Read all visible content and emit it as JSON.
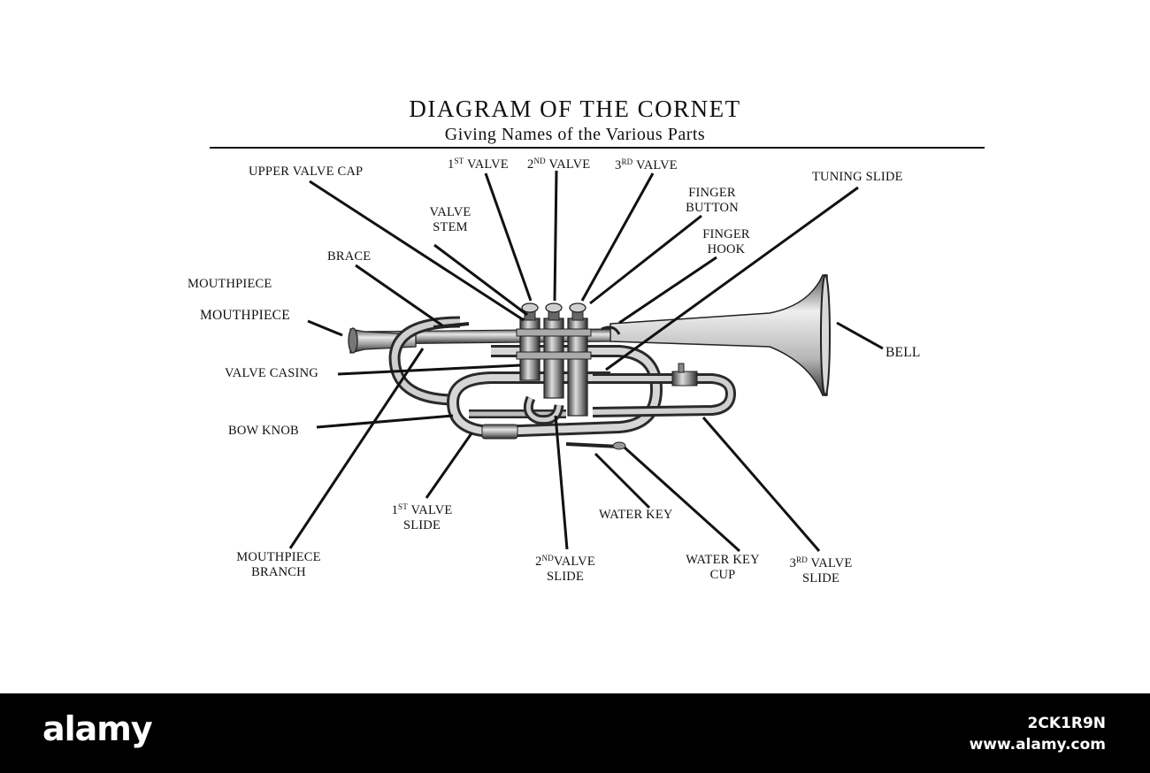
{
  "title": "DIAGRAM OF THE CORNET",
  "subtitle": "Giving Names of the Various Parts",
  "labels": {
    "upper_valve_cap": "UPPER VALVE CAP",
    "valve_1_num": "1",
    "valve_1_sup": "ST",
    "valve_1_word": "VALVE",
    "valve_2_num": "2",
    "valve_2_sup": "ND",
    "valve_2_word": "VALVE",
    "valve_3_num": "3",
    "valve_3_sup": "RD",
    "valve_3_word": "VALVE",
    "tuning_slide": "TUNING SLIDE",
    "finger_button_1": "FINGER",
    "finger_button_2": "BUTTON",
    "finger_hook_1": "FINGER",
    "finger_hook_2": "HOOK",
    "valve_stem_1": "VALVE",
    "valve_stem_2": "STEM",
    "brace": "BRACE",
    "mouthpiece_top": "MOUTHPIECE",
    "mouthpiece": "MOUTHPIECE",
    "valve_casing": "VALVE CASING",
    "bow_knob": "BOW KNOB",
    "bell": "BELL",
    "slide_1_num": "1",
    "slide_1_sup": "ST",
    "slide_1_word": "VALVE",
    "slide_1_line2": "SLIDE",
    "slide_2_num": "2",
    "slide_2_sup": "ND",
    "slide_2_word": "VALVE",
    "slide_2_line2": "SLIDE",
    "slide_3_num": "3",
    "slide_3_sup": "RD",
    "slide_3_word": "VALVE",
    "slide_3_line2": "SLIDE",
    "water_key": "WATER KEY",
    "water_key_cup_1": "WATER KEY",
    "water_key_cup_2": "CUP",
    "mouthpiece_branch_1": "MOUTHPIECE",
    "mouthpiece_branch_2": "BRANCH"
  },
  "footer": {
    "logo": "alamy",
    "image_id": "2CK1R9N",
    "site": "www.alamy.com"
  },
  "colors": {
    "ink": "#111111",
    "brass_light": "#e6e6e6",
    "brass_mid": "#9a9a9a",
    "brass_dark": "#3a3a3a",
    "footer_bg": "#000000"
  }
}
